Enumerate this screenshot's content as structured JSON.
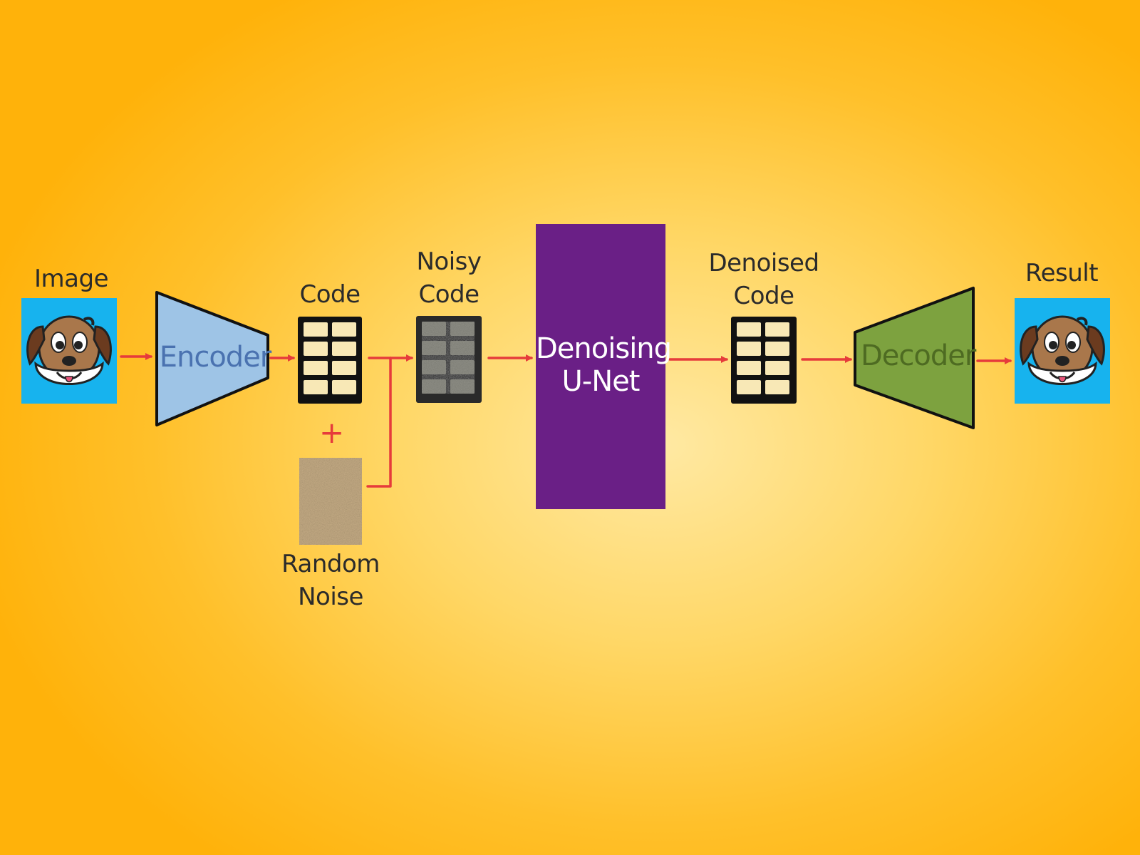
{
  "labels": {
    "image": "Image",
    "encoder": "Encoder",
    "code": "Code",
    "plus": "+",
    "random_noise": [
      "Random",
      "Noise"
    ],
    "noisy_code": [
      "Noisy",
      "Code"
    ],
    "denoising_unet": [
      "Denoising",
      "U-Net"
    ],
    "denoised_code": [
      "Denoised",
      "Code"
    ],
    "decoder": "Decoder",
    "result": "Result"
  },
  "colors": {
    "background": "#ffc02a",
    "encoder": "#9ec4e6",
    "encoder_text": "#4a72b0",
    "decoder": "#7da23f",
    "decoder_text": "#4e6b22",
    "unet": "#6a1f86",
    "unet_text": "#ffffff",
    "code_cell": "#f8e8b6",
    "noisy_cell": "#8a8a80",
    "noise_patch": "#bfa780",
    "arrow": "#e63b3b",
    "image_frame": "#17b3ee"
  },
  "icons": [
    "dog-image-icon",
    "dog-result-icon"
  ]
}
